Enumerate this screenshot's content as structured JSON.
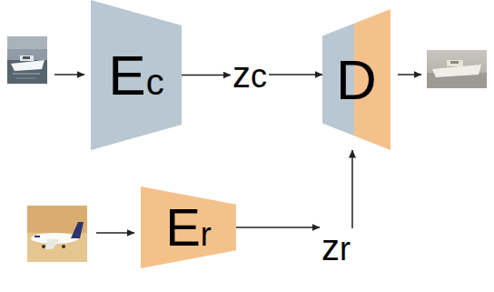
{
  "diagram": {
    "nodes": [
      {
        "text": [
          "Ec"
        ]
      },
      {
        "text": [
          "zc"
        ]
      },
      {
        "text": [
          "D"
        ]
      },
      {
        "text": [
          "Er"
        ]
      },
      {
        "text": [
          "zr"
        ]
      }
    ],
    "edges": [
      {
        "from": 0,
        "to": 1,
        "arrow": "to"
      },
      {
        "from": 1,
        "to": 2,
        "arrow": "to"
      },
      {
        "from": 3,
        "to": 4,
        "arrow": "to"
      },
      {
        "from": 4,
        "to": 2,
        "arrow": "to"
      }
    ]
  }
}
